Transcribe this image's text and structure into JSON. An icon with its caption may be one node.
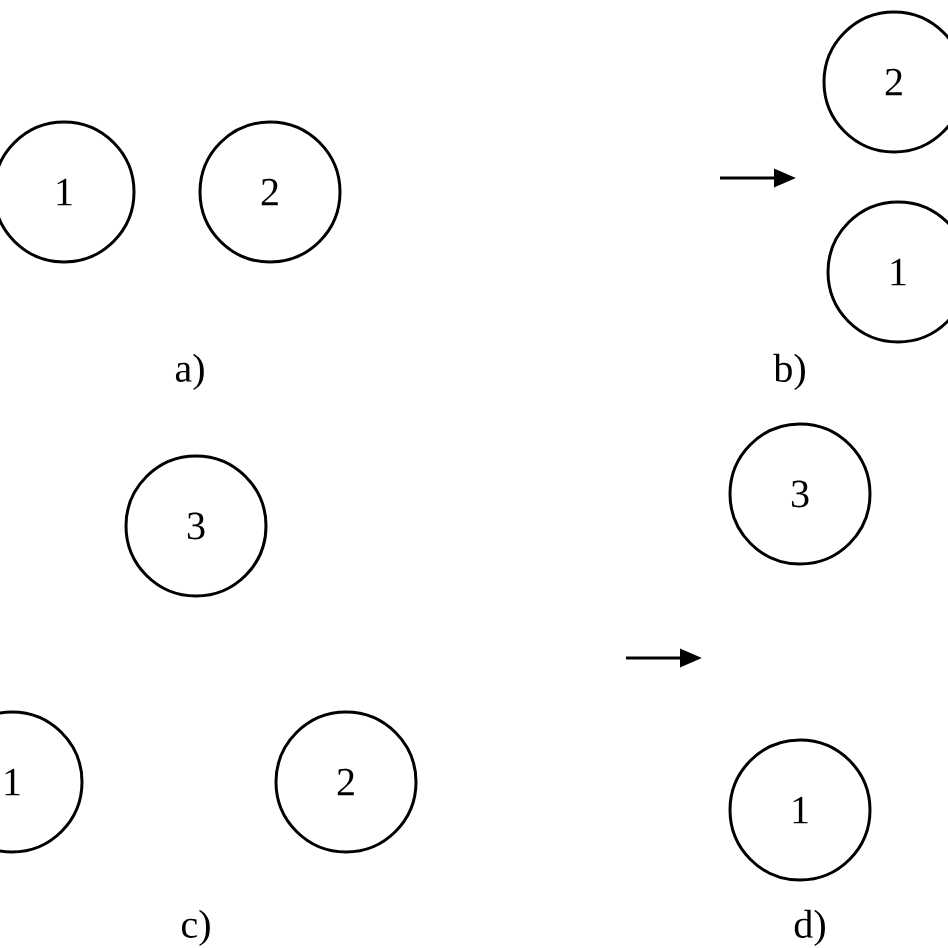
{
  "diagram": {
    "nodes": [
      {
        "text": [
          "1"
        ]
      },
      {
        "text": [
          "2"
        ]
      },
      {
        "text": [
          "2"
        ]
      },
      {
        "text": [
          "1"
        ]
      },
      {
        "text": [
          "3"
        ]
      },
      {
        "text": [
          "1"
        ]
      },
      {
        "text": [
          "2"
        ]
      },
      {
        "text": [
          "3"
        ]
      },
      {
        "text": [
          "1"
        ]
      }
    ],
    "labels": [
      "a)",
      "b)",
      "c)",
      "d)"
    ]
  }
}
